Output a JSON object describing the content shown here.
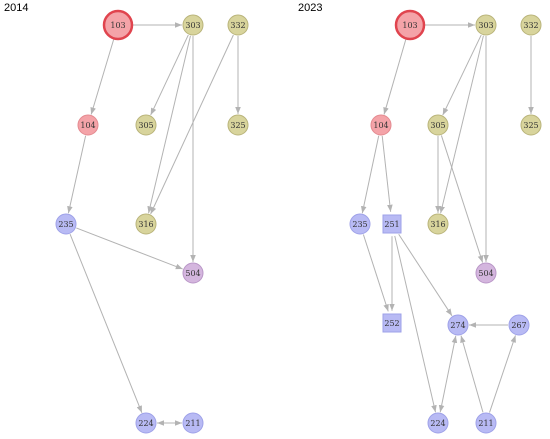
{
  "panels": [
    {
      "title": "2014",
      "nodes": [
        {
          "id": "103",
          "shape": "circle",
          "color": "#f4a3a8",
          "stroke": "#e0444e",
          "highlight": true
        },
        {
          "id": "303",
          "shape": "circle",
          "color": "#d8d49c",
          "stroke": "#b9b47a"
        },
        {
          "id": "332",
          "shape": "circle",
          "color": "#d8d49c",
          "stroke": "#b9b47a"
        },
        {
          "id": "104",
          "shape": "circle",
          "color": "#f4a3a8",
          "stroke": "#e48a90"
        },
        {
          "id": "305",
          "shape": "circle",
          "color": "#d8d49c",
          "stroke": "#b9b47a"
        },
        {
          "id": "325",
          "shape": "circle",
          "color": "#d8d49c",
          "stroke": "#b9b47a"
        },
        {
          "id": "235",
          "shape": "circle",
          "color": "#b8baf4",
          "stroke": "#9ea1e8"
        },
        {
          "id": "316",
          "shape": "circle",
          "color": "#d8d49c",
          "stroke": "#b9b47a"
        },
        {
          "id": "504",
          "shape": "circle",
          "color": "#d4b6de",
          "stroke": "#b996c7"
        },
        {
          "id": "224",
          "shape": "circle",
          "color": "#b8baf4",
          "stroke": "#9ea1e8"
        },
        {
          "id": "211",
          "shape": "circle",
          "color": "#b8baf4",
          "stroke": "#9ea1e8"
        }
      ],
      "edges": [
        {
          "from": "103",
          "to": "303"
        },
        {
          "from": "103",
          "to": "104"
        },
        {
          "from": "303",
          "to": "305"
        },
        {
          "from": "303",
          "to": "316"
        },
        {
          "from": "303",
          "to": "504"
        },
        {
          "from": "332",
          "to": "316"
        },
        {
          "from": "332",
          "to": "325"
        },
        {
          "from": "104",
          "to": "235"
        },
        {
          "from": "235",
          "to": "504"
        },
        {
          "from": "235",
          "to": "224"
        },
        {
          "from": "224",
          "to": "211",
          "bidirectional": true
        }
      ]
    },
    {
      "title": "2023",
      "nodes": [
        {
          "id": "103",
          "shape": "circle",
          "color": "#f4a3a8",
          "stroke": "#e0444e",
          "highlight": true
        },
        {
          "id": "303",
          "shape": "circle",
          "color": "#d8d49c",
          "stroke": "#b9b47a"
        },
        {
          "id": "332",
          "shape": "circle",
          "color": "#d8d49c",
          "stroke": "#b9b47a"
        },
        {
          "id": "104",
          "shape": "circle",
          "color": "#f4a3a8",
          "stroke": "#e48a90"
        },
        {
          "id": "305",
          "shape": "circle",
          "color": "#d8d49c",
          "stroke": "#b9b47a"
        },
        {
          "id": "325",
          "shape": "circle",
          "color": "#d8d49c",
          "stroke": "#b9b47a"
        },
        {
          "id": "235",
          "shape": "circle",
          "color": "#b8baf4",
          "stroke": "#9ea1e8"
        },
        {
          "id": "251",
          "shape": "square",
          "color": "#b8baf4",
          "stroke": "#9ea1e8"
        },
        {
          "id": "316",
          "shape": "circle",
          "color": "#d8d49c",
          "stroke": "#b9b47a"
        },
        {
          "id": "504",
          "shape": "circle",
          "color": "#d4b6de",
          "stroke": "#b996c7"
        },
        {
          "id": "252",
          "shape": "square",
          "color": "#b8baf4",
          "stroke": "#9ea1e8"
        },
        {
          "id": "274",
          "shape": "circle",
          "color": "#b8baf4",
          "stroke": "#9ea1e8"
        },
        {
          "id": "267",
          "shape": "circle",
          "color": "#b8baf4",
          "stroke": "#9ea1e8"
        },
        {
          "id": "224",
          "shape": "circle",
          "color": "#b8baf4",
          "stroke": "#9ea1e8"
        },
        {
          "id": "211",
          "shape": "circle",
          "color": "#b8baf4",
          "stroke": "#9ea1e8"
        }
      ],
      "edges": [
        {
          "from": "103",
          "to": "303"
        },
        {
          "from": "103",
          "to": "104"
        },
        {
          "from": "303",
          "to": "305"
        },
        {
          "from": "303",
          "to": "316"
        },
        {
          "from": "303",
          "to": "504"
        },
        {
          "from": "332",
          "to": "325"
        },
        {
          "from": "305",
          "to": "316"
        },
        {
          "from": "305",
          "to": "504"
        },
        {
          "from": "104",
          "to": "235"
        },
        {
          "from": "104",
          "to": "251"
        },
        {
          "from": "235",
          "to": "252"
        },
        {
          "from": "251",
          "to": "252"
        },
        {
          "from": "251",
          "to": "274"
        },
        {
          "from": "251",
          "to": "224"
        },
        {
          "from": "267",
          "to": "274"
        },
        {
          "from": "274",
          "to": "224",
          "bidirectional": true
        },
        {
          "from": "211",
          "to": "274"
        },
        {
          "from": "211",
          "to": "267"
        }
      ]
    }
  ]
}
